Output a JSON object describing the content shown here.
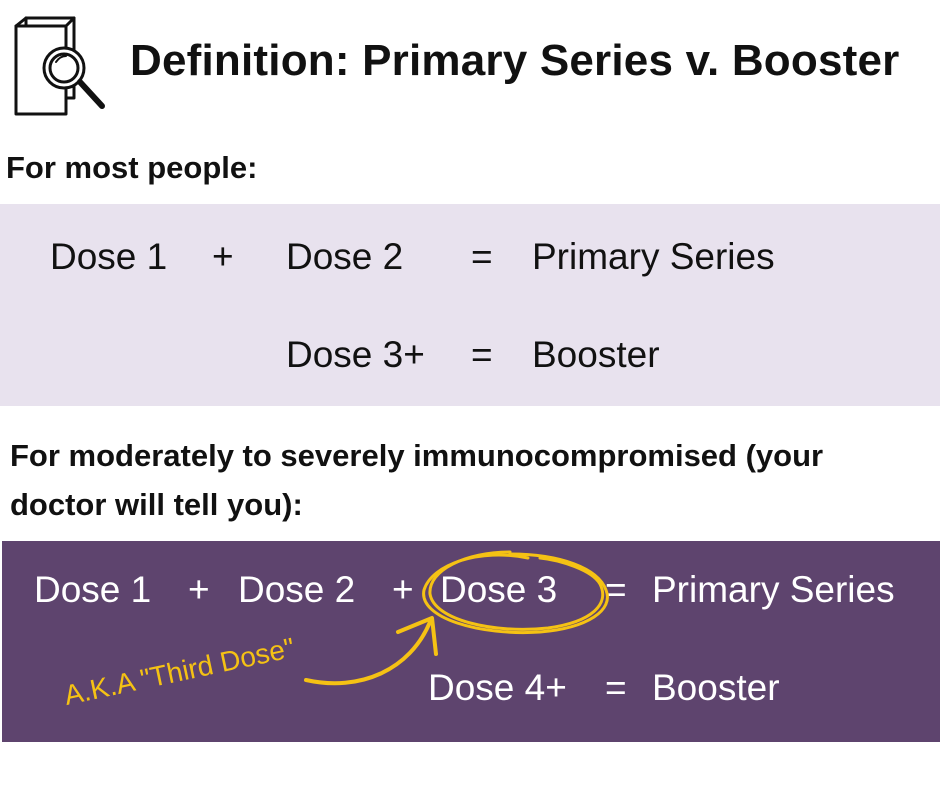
{
  "header": {
    "icon": "book-magnifier-icon",
    "title": "Definition: Primary Series v. Booster"
  },
  "section_most": {
    "heading": "For most people:",
    "row1": {
      "term1": "Dose 1",
      "plus1": "+",
      "term2": "Dose 2",
      "equals": "=",
      "result": "Primary Series"
    },
    "row2": {
      "term": "Dose 3+",
      "equals": "=",
      "result": "Booster"
    }
  },
  "section_immuno": {
    "heading_line1": "For moderately to severely immunocompromised (your",
    "heading_line2": "doctor will tell you):",
    "row1": {
      "term1": "Dose 1",
      "plus1": "+",
      "term2": "Dose 2",
      "plus2": "+",
      "term3": "Dose 3",
      "equals": "=",
      "result": "Primary Series"
    },
    "row2": {
      "term": "Dose 4+",
      "equals": "=",
      "result": "Booster"
    },
    "annotation": "A.K.A \"Third Dose\""
  },
  "colors": {
    "light_panel": "#e8e2ee",
    "dark_panel": "#5e446e",
    "highlight": "#f5c214"
  }
}
